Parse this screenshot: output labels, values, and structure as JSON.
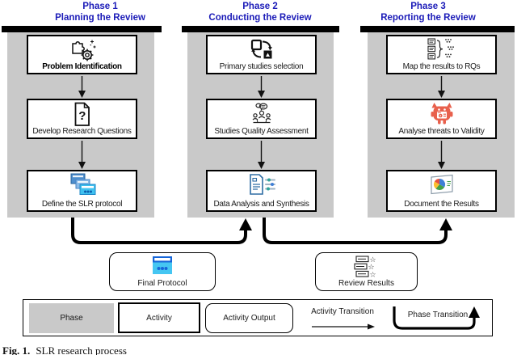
{
  "phases": [
    {
      "number": "Phase 1",
      "title": "Planning the Review",
      "activities": [
        {
          "label": "Problem Identification",
          "icon": "puzzle-gear-icon"
        },
        {
          "label": "Develop Research Questions",
          "icon": "document-question-icon"
        },
        {
          "label": "Define the SLR protocol",
          "icon": "windows-stack-icon"
        }
      ]
    },
    {
      "number": "Phase 2",
      "title": "Conducting the Review",
      "activities": [
        {
          "label": "Primary studies selection",
          "icon": "selection-cycle-icon"
        },
        {
          "label": "Studies Quality Assessment",
          "icon": "team-discussion-icon"
        },
        {
          "label": "Data Analysis and Synthesis",
          "icon": "document-analysis-icon"
        }
      ]
    },
    {
      "number": "Phase 3",
      "title": "Reporting the Review",
      "activities": [
        {
          "label": "Map the results to RQs",
          "icon": "map-results-icon"
        },
        {
          "label": "Analyse threats to Validity",
          "icon": "threat-monster-icon"
        },
        {
          "label": "Document the Results",
          "icon": "pie-report-icon"
        }
      ]
    }
  ],
  "outputs": [
    {
      "label": "Final Protocol",
      "icon": "app-window-icon"
    },
    {
      "label": "Review Results",
      "icon": "rated-list-icon"
    }
  ],
  "legend": {
    "phase": "Phase",
    "activity": "Activity",
    "activity_output": "Activity Output",
    "activity_transition": "Activity Transition",
    "phase_transition": "Phase Transition"
  },
  "caption": {
    "prefix": "Fig. 1.",
    "text": "SLR research process"
  },
  "colors": {
    "phase_header_blue": "#1b1bb8",
    "column_gray": "#c9c9c9",
    "monster_red": "#e8604c",
    "window_blue_dark": "#1565d8",
    "window_blue_light": "#45c6f2",
    "doc_blue": "#2e6da4"
  }
}
